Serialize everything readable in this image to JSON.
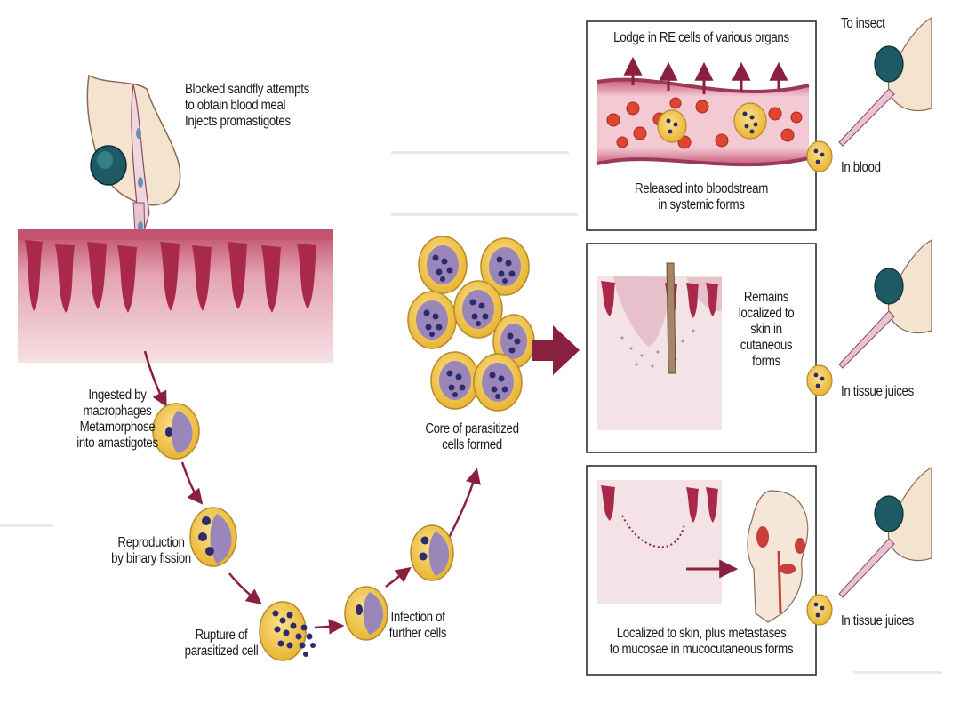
{
  "labels": {
    "sandfly": [
      "Blocked sandfly attempts",
      "to obtain blood meal",
      "Injects promastigotes"
    ],
    "ingested": [
      "Ingested by",
      "macrophages",
      "Metamorphose",
      "into amastigotes"
    ],
    "reproduction": [
      "Reproduction",
      "by binary fission"
    ],
    "rupture": [
      "Rupture of",
      "parasitized cell"
    ],
    "infection": [
      "Infection of",
      "further cells"
    ],
    "core": [
      "Core of parasitized",
      "cells formed"
    ]
  },
  "panels": [
    {
      "top_label": "Lodge in RE cells of various organs",
      "bottom_label": [
        "Released into bloodstream",
        "in systemic forms"
      ],
      "side_label": "In blood",
      "extra_label": "To insect"
    },
    {
      "side_text": [
        "Remains",
        "localized to",
        "skin in",
        "cutaneous",
        "forms"
      ],
      "side_label": "In tissue juices"
    },
    {
      "bottom_label": [
        "Localized to skin, plus metastases",
        "to mucosae in mucocutaneous forms"
      ],
      "side_label": "In tissue juices"
    }
  ],
  "colors": {
    "skin": "#e9b9c4",
    "skin_dark": "#b0304e",
    "cell_fill": "#f5c542",
    "cell_edge": "#b7892a",
    "nucleus": "#9a86b8",
    "parasite": "#2b2b6e",
    "arrow": "#8a2040",
    "blood_cell": "#e0452f"
  }
}
